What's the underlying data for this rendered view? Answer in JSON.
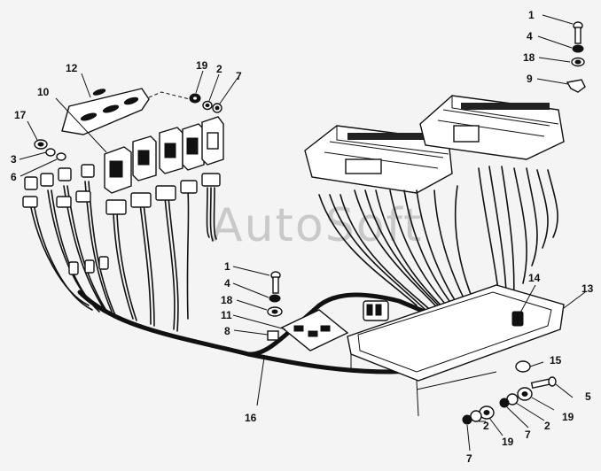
{
  "watermark": "AutoSoft",
  "labels": {
    "l1a": "1",
    "l4a": "4",
    "l18a": "18",
    "l9": "9",
    "l12": "12",
    "l19a": "19",
    "l2a": "2",
    "l7a": "7",
    "l10": "10",
    "l17": "17",
    "l3": "3",
    "l6": "6",
    "l1b": "1",
    "l4b": "4",
    "l18b": "18",
    "l11": "11",
    "l8": "8",
    "l14": "14",
    "l13": "13",
    "l15": "15",
    "l5": "5",
    "l16": "16",
    "l19b": "19",
    "l2b": "2",
    "l7b": "7",
    "l19c": "19",
    "l2c": "2",
    "l7c": "7"
  }
}
